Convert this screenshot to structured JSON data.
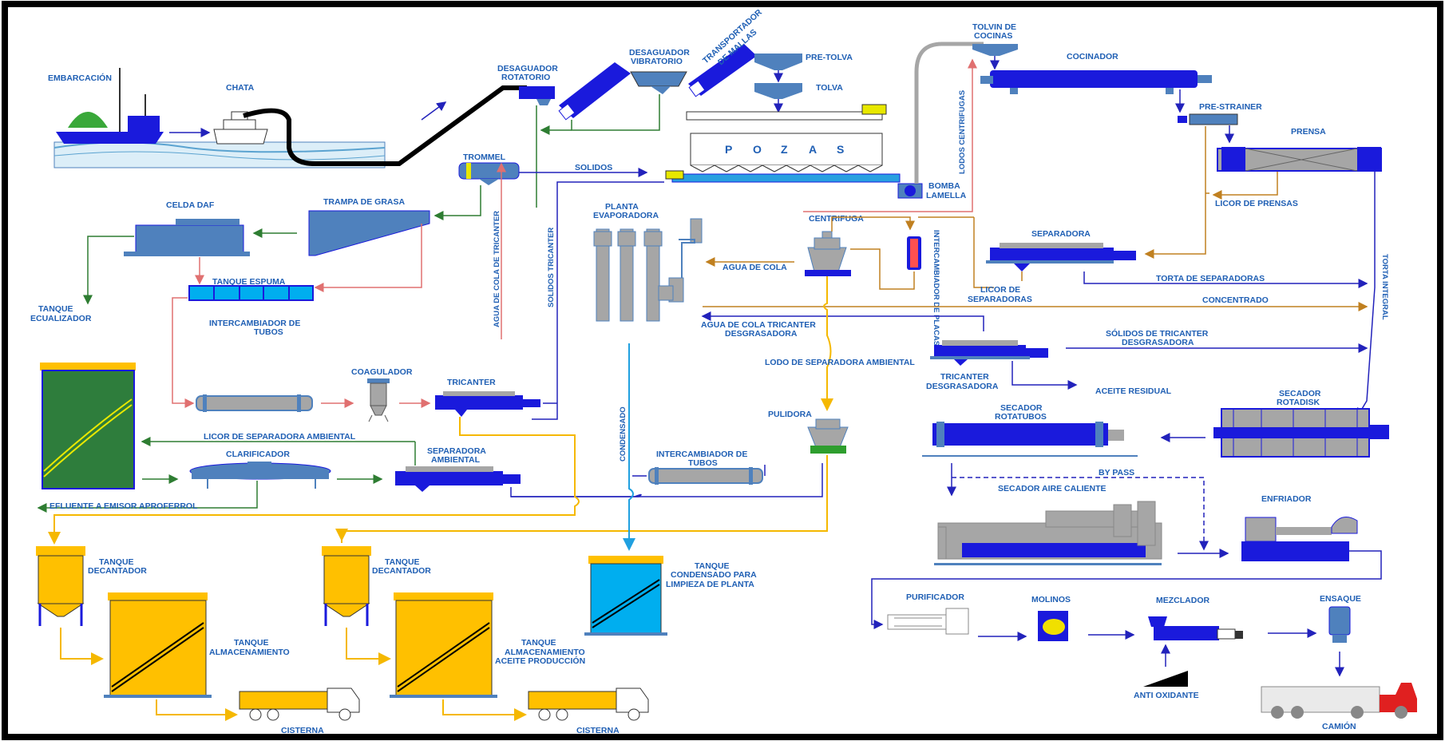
{
  "labels": {
    "embarcacion": "EMBARCACIÓN",
    "chata": "CHATA",
    "desaguador_rotatorio_1": "DESAGUADOR",
    "desaguador_rotatorio_2": "ROTATORIO",
    "desaguador_vibratorio_1": "DESAGUADOR",
    "desaguador_vibratorio_2": "VIBRATORIO",
    "transportador_mallas_1": "TRANSPORTADOR",
    "transportador_mallas_2": "DE MALLAS",
    "pre_tolva": "PRE-TOLVA",
    "tolva": "TOLVA",
    "pozas": [
      "P",
      "O",
      "Z",
      "A",
      "S"
    ],
    "tolvin_1": "TOLVIN DE",
    "tolvin_2": "COCINAS",
    "cocinador": "COCINADOR",
    "pre_strainer": "PRE-STRAINER",
    "prensa": "PRENSA",
    "trommel": "TROMMEL",
    "solidos": "SOLIDOS",
    "bomba_1": "BOMBA",
    "bomba_2": "LAMELLA",
    "lodos_centrifugas": "LODOS CENTRIFUGAS",
    "licor_prensas": "LICOR DE PRENSAS",
    "celda_daf": "CELDA DAF",
    "trampa_grasa": "TRAMPA DE GRASA",
    "planta_evap_1": "PLANTA",
    "planta_evap_2": "EVAPORADORA",
    "centrifuga": "CENTRIFUGA",
    "intercambiador_placas": "INTERCAMBIADOR DE PLACAS",
    "separadora": "SEPARADORA",
    "torta_integral": "TORTA INTEGRAL",
    "tanque_espuma": "TANQUE ESPUMA",
    "tanque_ecualizador_1": "TANQUE",
    "tanque_ecualizador_2": "ECUALIZADOR",
    "agua_cola_tricanter_v": "AGUA DE COLA DE TRICANTER",
    "solidos_tricanter": "SOLIDOS TRICANTER",
    "agua_cola": "AGUA DE COLA",
    "licor_separadoras_1": "LICOR DE",
    "licor_separadoras_2": "SEPARADORAS",
    "torta_separadoras": "TORTA DE SEPARADORAS",
    "concentrado": "CONCENTRADO",
    "intercambiador_tubos_1": "INTERCAMBIADOR DE",
    "intercambiador_tubos_2": "TUBOS",
    "agua_cola_tric_desg_1": "AGUA DE COLA TRICANTER",
    "agua_cola_tric_desg_2": "DESGRASADORA",
    "solidos_tric_desg_1": "SÓLIDOS DE TRICANTER",
    "solidos_tric_desg_2": "DESGRASADORA",
    "lodo_sep_amb": "LODO DE SEPARADORA AMBIENTAL",
    "coagulador": "COAGULADOR",
    "tricanter": "TRICANTER",
    "tricanter_desg_1": "TRICANTER",
    "tricanter_desg_2": "DESGRASADORA",
    "aceite_residual": "ACEITE RESIDUAL",
    "secador_rotadisk_1": "SECADOR",
    "secador_rotadisk_2": "ROTADISK",
    "pulidora": "PULIDORA",
    "secador_rotatubos_1": "SECADOR",
    "secador_rotatubos_2": "ROTATUBOS",
    "licor_sep_amb": "LICOR DE SEPARADORA AMBIENTAL",
    "clarificador": "CLARIFICADOR",
    "separadora_amb_1": "SEPARADORA",
    "separadora_amb_2": "AMBIENTAL",
    "condensado": "CONDENSADO",
    "intercambiador_tubos2_1": "INTERCAMBIADOR DE",
    "intercambiador_tubos2_2": "TUBOS",
    "by_pass": "BY PASS",
    "secador_aire": "SECADOR AIRE CALIENTE",
    "enfriador": "ENFRIADOR",
    "efluente": "EFLUENTE A EMISOR APROFERROL",
    "tanque_decantador_1": "TANQUE",
    "tanque_decantador_2": "DECANTADOR",
    "tanque_decantador2_1": "TANQUE",
    "tanque_decantador2_2": "DECANTADOR",
    "tanque_condensado_1": "TANQUE",
    "tanque_condensado_2": "CONDENSADO PARA",
    "tanque_condensado_3": "LIMPIEZA DE PLANTA",
    "purificador": "PURIFICADOR",
    "molinos": "MOLINOS",
    "mezclador": "MEZCLADOR",
    "ensaque": "ENSAQUE",
    "tanque_almac_1": "TANQUE",
    "tanque_almac_2": "ALMACENAMIENTO",
    "tanque_aceite_1": "TANQUE",
    "tanque_aceite_2": "ALMACENAMIENTO",
    "tanque_aceite_3": "ACEITE PRODUCCIÓN",
    "anti_oxidante": "ANTI OXIDANTE",
    "cisterna_1": "CISTERNA",
    "cisterna_2": "CISTERNA",
    "camion": "CAMIÓN"
  },
  "colors": {
    "label": "#1f5fb4",
    "equipment_blue": "#1a1adc",
    "equipment_steel": "#4f81bd",
    "flow_blue": "#2222bb",
    "flow_green": "#2e7d32",
    "flow_orange": "#c08020",
    "flow_red": "#e07070",
    "flow_yellow": "#f5b800",
    "flow_cyan": "#20a0e0",
    "tank_yellow": "#ffc000",
    "tank_green": "#2e7d3c",
    "tank_cyan": "#00aeef"
  }
}
